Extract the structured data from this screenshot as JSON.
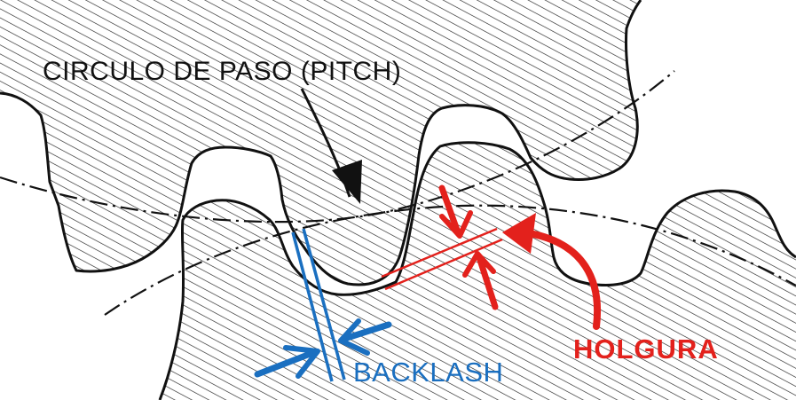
{
  "labels": {
    "pitch_circle": "CIRCULO DE PASO (PITCH)",
    "backlash": "BACKLASH",
    "clearance": "HOLGURA"
  },
  "colors": {
    "outline": "#111111",
    "hatch": "#222222",
    "backlash": "#1a6fc0",
    "clearance": "#e3211c",
    "background": "#ffffff"
  }
}
